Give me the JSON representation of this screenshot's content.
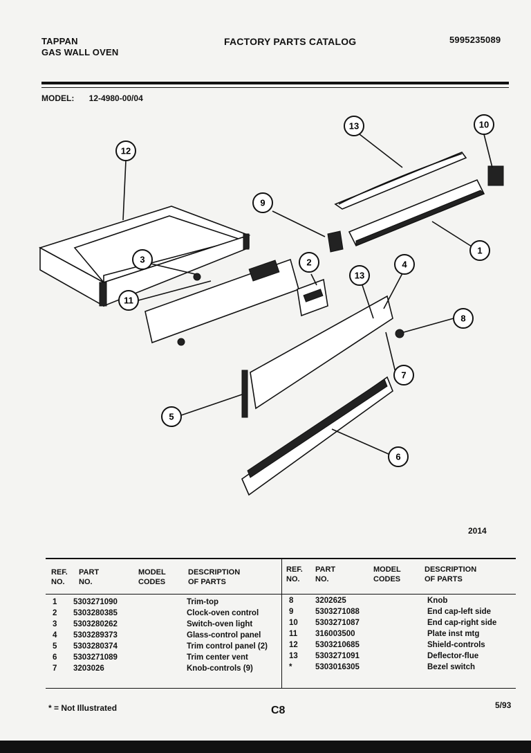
{
  "header": {
    "brand": "TAPPAN",
    "product": "GAS WALL OVEN",
    "catalog_title": "FACTORY PARTS CATALOG",
    "catalog_number": "5995235089"
  },
  "model": {
    "label": "MODEL:",
    "value": "12-4980-00/04"
  },
  "diagram": {
    "callouts": [
      "12",
      "13",
      "10",
      "9",
      "1",
      "3",
      "2",
      "4",
      "13",
      "11",
      "8",
      "7",
      "5",
      "6"
    ],
    "figure_number": "2014"
  },
  "table": {
    "headers_left": {
      "ref": "REF.",
      "ref2": "NO.",
      "part": "PART",
      "part2": "NO.",
      "model": "MODEL",
      "model2": "CODES",
      "desc": "DESCRIPTION",
      "desc2": "OF PARTS"
    },
    "headers_right": {
      "ref": "REF.",
      "ref2": "NO.",
      "part": "PART",
      "part2": "NO.",
      "model": "MODEL",
      "model2": "CODES",
      "desc": "DESCRIPTION",
      "desc2": "OF PARTS"
    },
    "left_rows": [
      {
        "ref": "1",
        "part": "5303271090",
        "desc": "Trim-top"
      },
      {
        "ref": "2",
        "part": "5303280385",
        "desc": "Clock-oven control"
      },
      {
        "ref": "3",
        "part": "5303280262",
        "desc": "Switch-oven light"
      },
      {
        "ref": "4",
        "part": "5303289373",
        "desc": "Glass-control panel"
      },
      {
        "ref": "5",
        "part": "5303280374",
        "desc": "Trim control panel (2)"
      },
      {
        "ref": "6",
        "part": "5303271089",
        "desc": "Trim center vent"
      },
      {
        "ref": "7",
        "part": "3203026",
        "desc": "Knob-controls (9)"
      }
    ],
    "right_rows": [
      {
        "ref": "8",
        "part": "3202625",
        "desc": "Knob"
      },
      {
        "ref": "9",
        "part": "5303271088",
        "desc": "End cap-left side"
      },
      {
        "ref": "10",
        "part": "5303271087",
        "desc": "End cap-right side"
      },
      {
        "ref": "11",
        "part": "316003500",
        "desc": "Plate inst mtg"
      },
      {
        "ref": "12",
        "part": "5303210685",
        "desc": "Shield-controls"
      },
      {
        "ref": "13",
        "part": "5303271091",
        "desc": "Deflector-flue"
      },
      {
        "ref": "*",
        "part": "5303016305",
        "desc": "Bezel switch"
      }
    ]
  },
  "footer": {
    "note": "* = Not Illustrated",
    "page_code": "C8",
    "date": "5/93"
  }
}
